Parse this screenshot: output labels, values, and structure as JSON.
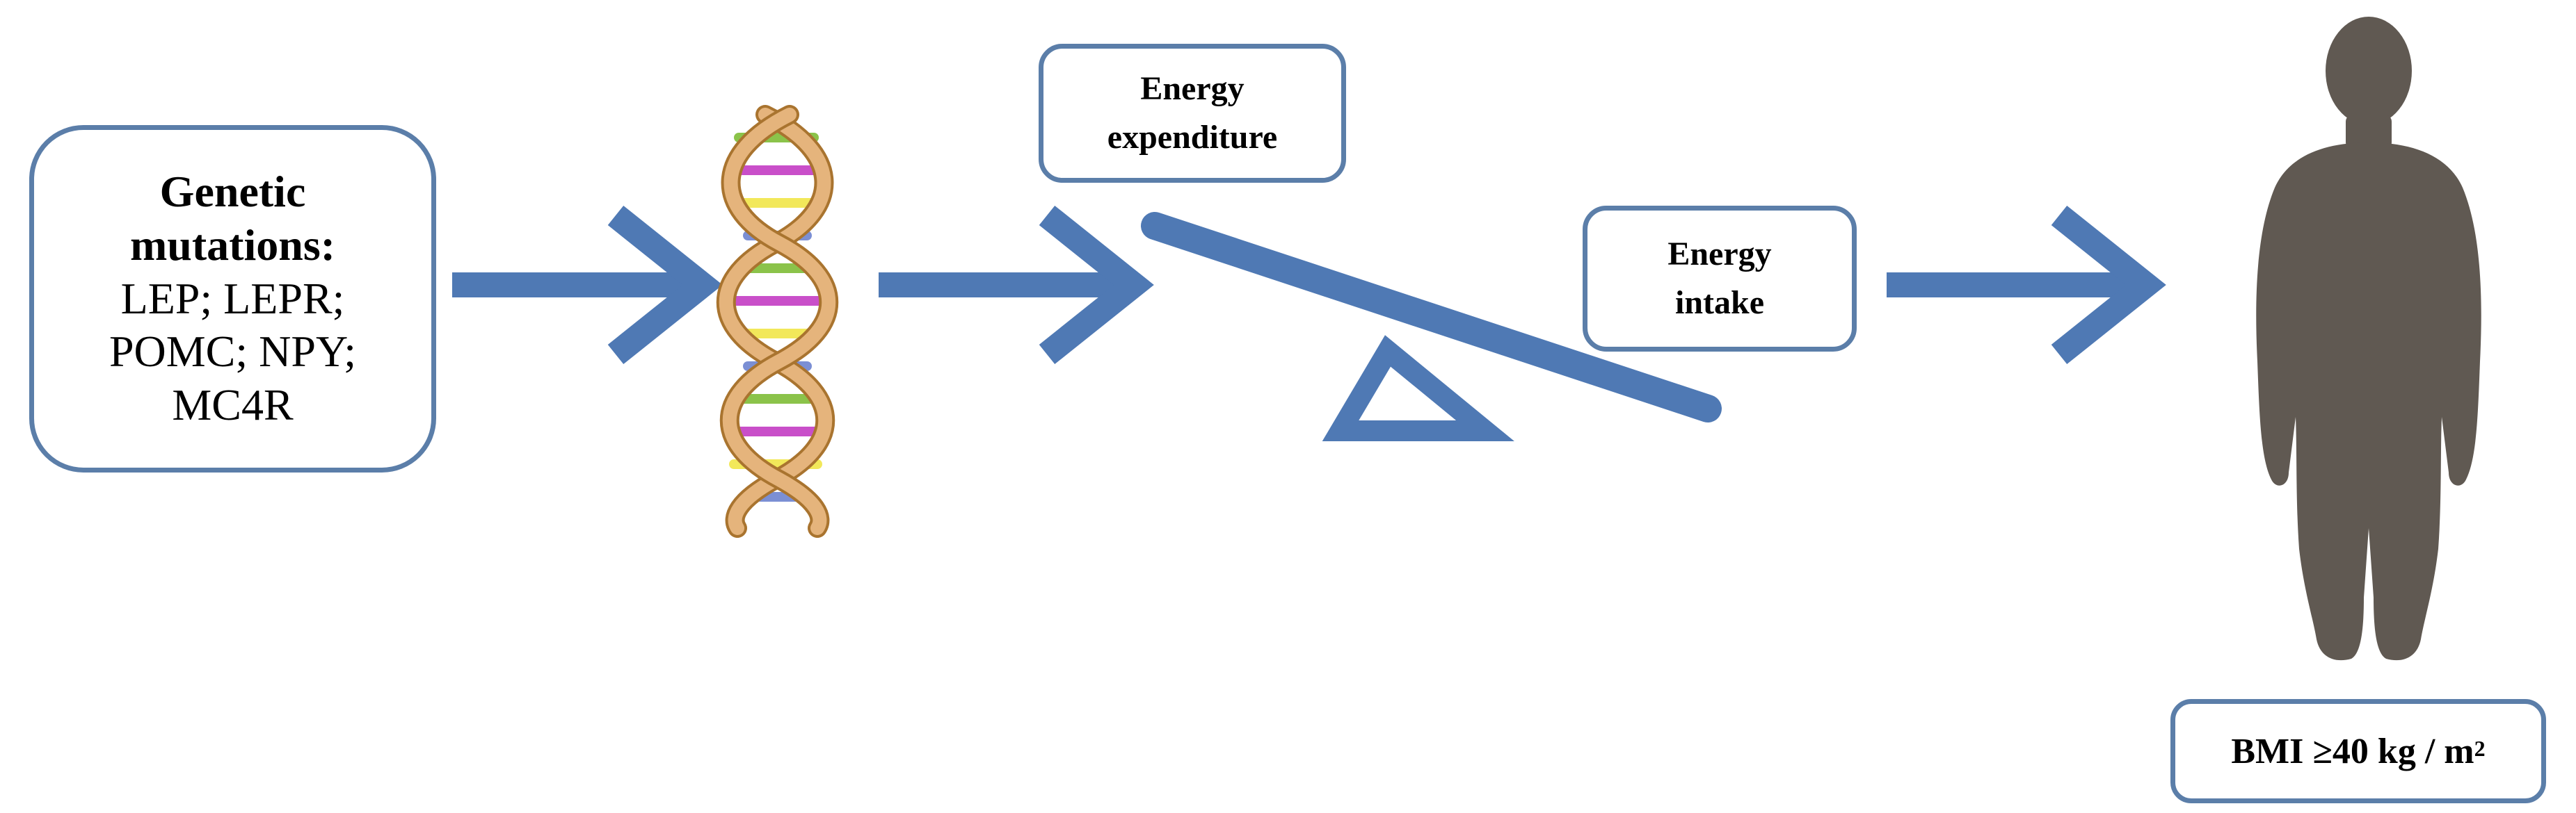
{
  "genetic": {
    "title_line1": "Genetic",
    "title_line2": "mutations:",
    "genes_line1": "LEP; LEPR;",
    "genes_line2": "POMC; NPY;",
    "genes_line3": "MC4R"
  },
  "expenditure": {
    "line1": "Energy",
    "line2": "expenditure"
  },
  "intake": {
    "line1": "Energy",
    "line2": "intake"
  },
  "bmi": {
    "label": "BMI ≥40 kg / m",
    "exponent": "2"
  },
  "colors": {
    "box_border": "#5b7ea9",
    "arrow": "#4f79b4",
    "silhouette": "#605952",
    "dna_backbone": "#e5b47c"
  }
}
